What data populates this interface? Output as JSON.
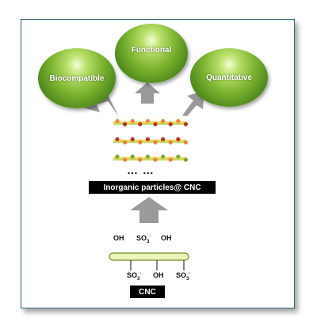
{
  "spheres": {
    "functional": "Functional",
    "biocompatible": "Biocompatible",
    "quantitative": "Quantitative"
  },
  "ellipsis": "… …",
  "composite_label": "Inorganic particles@ CNC",
  "top_groups": {
    "oh1": "OH",
    "so3": "SO",
    "so3_sub": "3",
    "so3_sup": "-",
    "oh2": "OH"
  },
  "bottom_groups": {
    "so3a": "SO",
    "so3a_sub": "3",
    "so3a_sup": "-",
    "oh": "OH",
    "so3b": "SO",
    "so3b_sub": "3",
    "so3b_sup": "-"
  },
  "cnc_label": "CNC",
  "colors": {
    "orange": "#e8873a",
    "red": "#b5342b",
    "green": "#7aa83a",
    "arrow": "#9a9a9a"
  }
}
